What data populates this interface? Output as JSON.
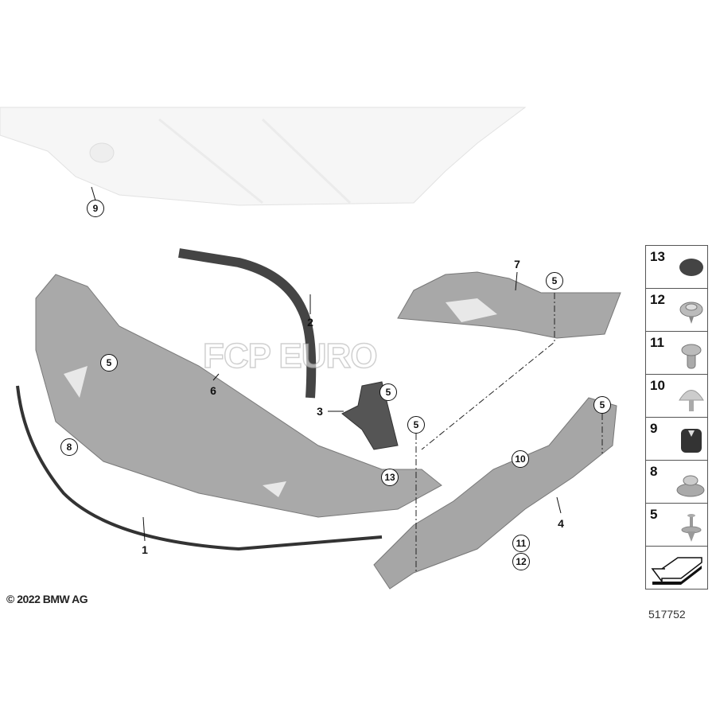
{
  "callouts": {
    "c9": "9",
    "c2": "2",
    "c7": "7",
    "c5a": "5",
    "c5b": "5",
    "c6": "6",
    "c3": "3",
    "c5c": "5",
    "c5d": "5",
    "c5e": "5",
    "c8": "8",
    "c13": "13",
    "c10": "10",
    "c4": "4",
    "c11": "11",
    "c12": "12",
    "c1": "1"
  },
  "legend": [
    {
      "num": "13",
      "icon": "dark-cap-plug"
    },
    {
      "num": "12",
      "icon": "screw-washer"
    },
    {
      "num": "11",
      "icon": "expanding-rivet-screw"
    },
    {
      "num": "10",
      "icon": "dome-clip"
    },
    {
      "num": "9",
      "icon": "rubber-buffer"
    },
    {
      "num": "8",
      "icon": "mount-clip"
    },
    {
      "num": "5",
      "icon": "push-rivet"
    },
    {
      "num": "",
      "icon": "arrow-direction"
    }
  ],
  "watermark": "FCP EURO",
  "copyright": "© 2022 BMW AG",
  "diagram_code": "517752"
}
